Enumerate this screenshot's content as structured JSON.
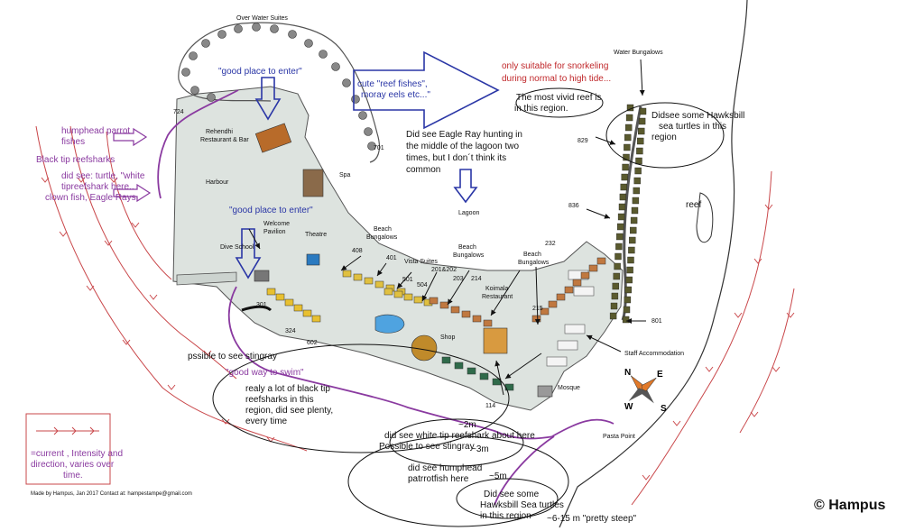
{
  "map_labels": {
    "over_water_suites": "Over Water Suites",
    "water_bungalows": "Water Bungalows",
    "rehendhi": [
      "Rehendhi",
      "Restaurant & Bar"
    ],
    "spa": "Spa",
    "harbour": "Harbour",
    "welcome_pavilion": [
      "Welcome",
      "Pavilion"
    ],
    "theatre": "Theatre",
    "dive_school": "Dive School",
    "beach_bungalows_1": [
      "Beach",
      "Bungalows"
    ],
    "beach_bungalows_2": [
      "Beach",
      "Bungalows"
    ],
    "beach_bungalows_3": [
      "Beach",
      "Bungalows"
    ],
    "vista_suites": "Vista Suites",
    "koimala": [
      "Koimala",
      "Restaurant"
    ],
    "lagoon": "Lagoon",
    "shop": "Shop",
    "mosque": "Mosque",
    "staff_accommodation": "Staff Accommodation",
    "pasta_point": "Pasta Point",
    "reef": "reef",
    "n724": "724",
    "n701": "701",
    "n829": "829",
    "n836": "836",
    "n801": "801",
    "n232": "232",
    "n408": "408",
    "n401": "401",
    "n501": "501",
    "n504": "504",
    "n201202": "201&202",
    "n203": "203",
    "n214": "214",
    "n215": "215",
    "n301": "301",
    "n324": "324",
    "n602": "602",
    "n114": "114"
  },
  "annotations": {
    "good_enter_1": "\"good place to enter\"",
    "good_enter_2": "\"good place to enter\"",
    "humphead_parrot": [
      "humphead parrot",
      "fishes"
    ],
    "black_tip": "Black tip reefsharks",
    "did_see_list": [
      "did see: turtle, \"white",
      "tipreefshark here..",
      "clown fish, Eagle Rays"
    ],
    "reef_fishes": [
      "cute \"reef fishes\",",
      "moray eels etc...\""
    ],
    "only_suitable": [
      "only suitable for snorkeling",
      "during normal to high tide..."
    ],
    "vivid_reef": [
      "The  most vivid reef is",
      "in this region."
    ],
    "eagle_ray": [
      "Did see Eagle Ray hunting in",
      "the middle of the lagoon two",
      "times, but I don´t think its",
      "common"
    ],
    "hawksbill_top": [
      "Didsee some Hawksbill",
      "sea turtles in this",
      "region"
    ],
    "stingray": "pssible to see stingray",
    "good_swim": "\"good way to swim\"",
    "black_tip_region": [
      "realy a lot of black tip",
      "reefsharks in this",
      "region, did see plenty,",
      "every time"
    ],
    "depth_2m": "~2m",
    "white_tip": [
      "did see white tip reefshark about here",
      "Possible to see stingray"
    ],
    "depth_3m": "~3m",
    "humphead_here": [
      "did see humphead",
      "patrrotfish here"
    ],
    "depth_5m": "~5m",
    "hawksbill_bottom": [
      "Did see some",
      "Hawksbill Sea turtles",
      "in this region"
    ],
    "steep": "~6-15 m \"pretty steep\"",
    "legend_text": [
      "=current , Intensity and",
      "direction, varies over",
      "time."
    ]
  },
  "credit": "Made by Hampus, Jan 2017 Contact at: hampestampe@gmail.com",
  "watermark": "© Hampus",
  "compass": {
    "n": "N",
    "e": "E",
    "s": "S",
    "w": "W"
  },
  "colors": {
    "island": "#dde3df",
    "outline": "#555555",
    "purple": "#8a3aa0",
    "blue": "#2a36a6",
    "red": "#c0282b",
    "current": "#c9474a"
  }
}
